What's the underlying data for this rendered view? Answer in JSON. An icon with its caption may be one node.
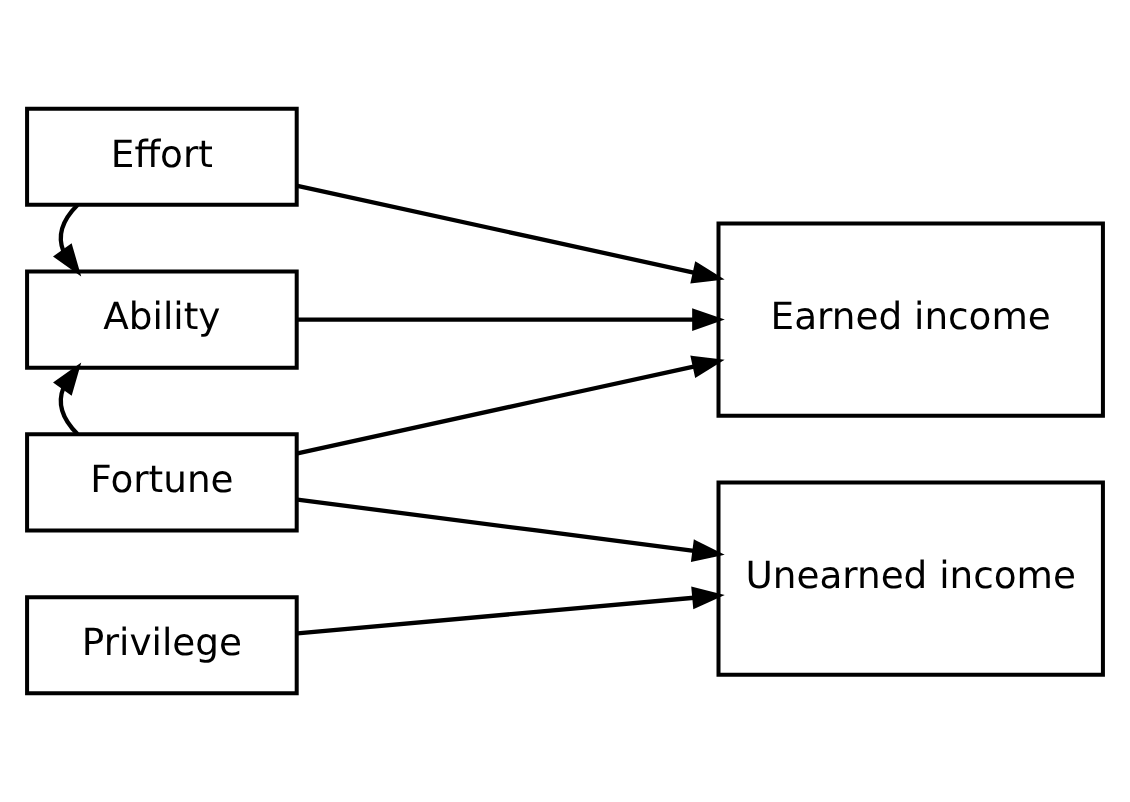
{
  "diagram": {
    "nodes": [
      {
        "text": [
          "Effort"
        ]
      },
      {
        "text": [
          "Ability"
        ]
      },
      {
        "text": [
          "Fortune"
        ]
      },
      {
        "text": [
          "Privilege"
        ]
      },
      {
        "text": [
          "Earned income"
        ]
      },
      {
        "text": [
          "Unearned income"
        ]
      }
    ],
    "edges": [
      {
        "from": 0,
        "to": 1,
        "arrow": "to"
      },
      {
        "from": 0,
        "to": 4,
        "arrow": "to"
      },
      {
        "from": 1,
        "to": 4,
        "arrow": "to"
      },
      {
        "from": 2,
        "to": 1,
        "arrow": "to"
      },
      {
        "from": 2,
        "to": 4,
        "arrow": "to"
      },
      {
        "from": 2,
        "to": 5,
        "arrow": "to"
      },
      {
        "from": 3,
        "to": 5,
        "arrow": "to"
      }
    ]
  }
}
